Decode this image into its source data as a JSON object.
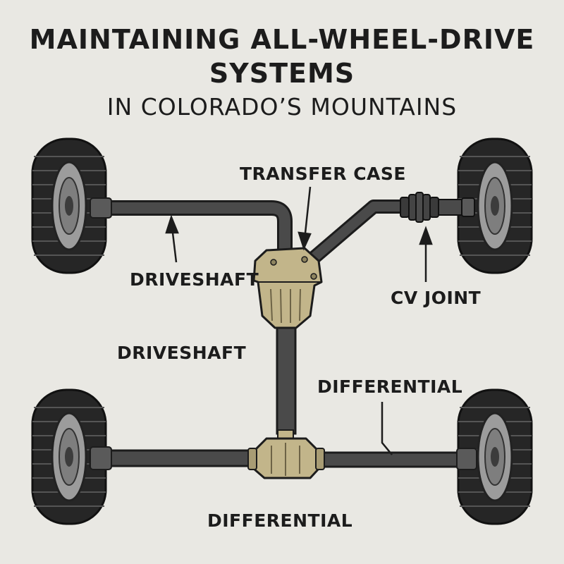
{
  "title_line1": "MAINTAINING ALL-WHEEL-DRIVE",
  "title_line2": "SYSTEMS",
  "subtitle": "IN COLORADO’S MOUNTAINS",
  "labels": {
    "transfer_case": "TRANSFER CASE",
    "driveshaft_upper": "DRIVESHAFT",
    "driveshaft_lower": "DRIVESHAFT",
    "cv_joint": "CV JOINT",
    "differential_right": "DIFFERENTIAL",
    "differential_bottom": "DIFFERENTIAL"
  },
  "colors": {
    "background": "#e9e8e3",
    "tire": "#262626",
    "shaft": "#4a4a4a",
    "housing": "#c2b58a",
    "outline": "#1c1c1c"
  }
}
